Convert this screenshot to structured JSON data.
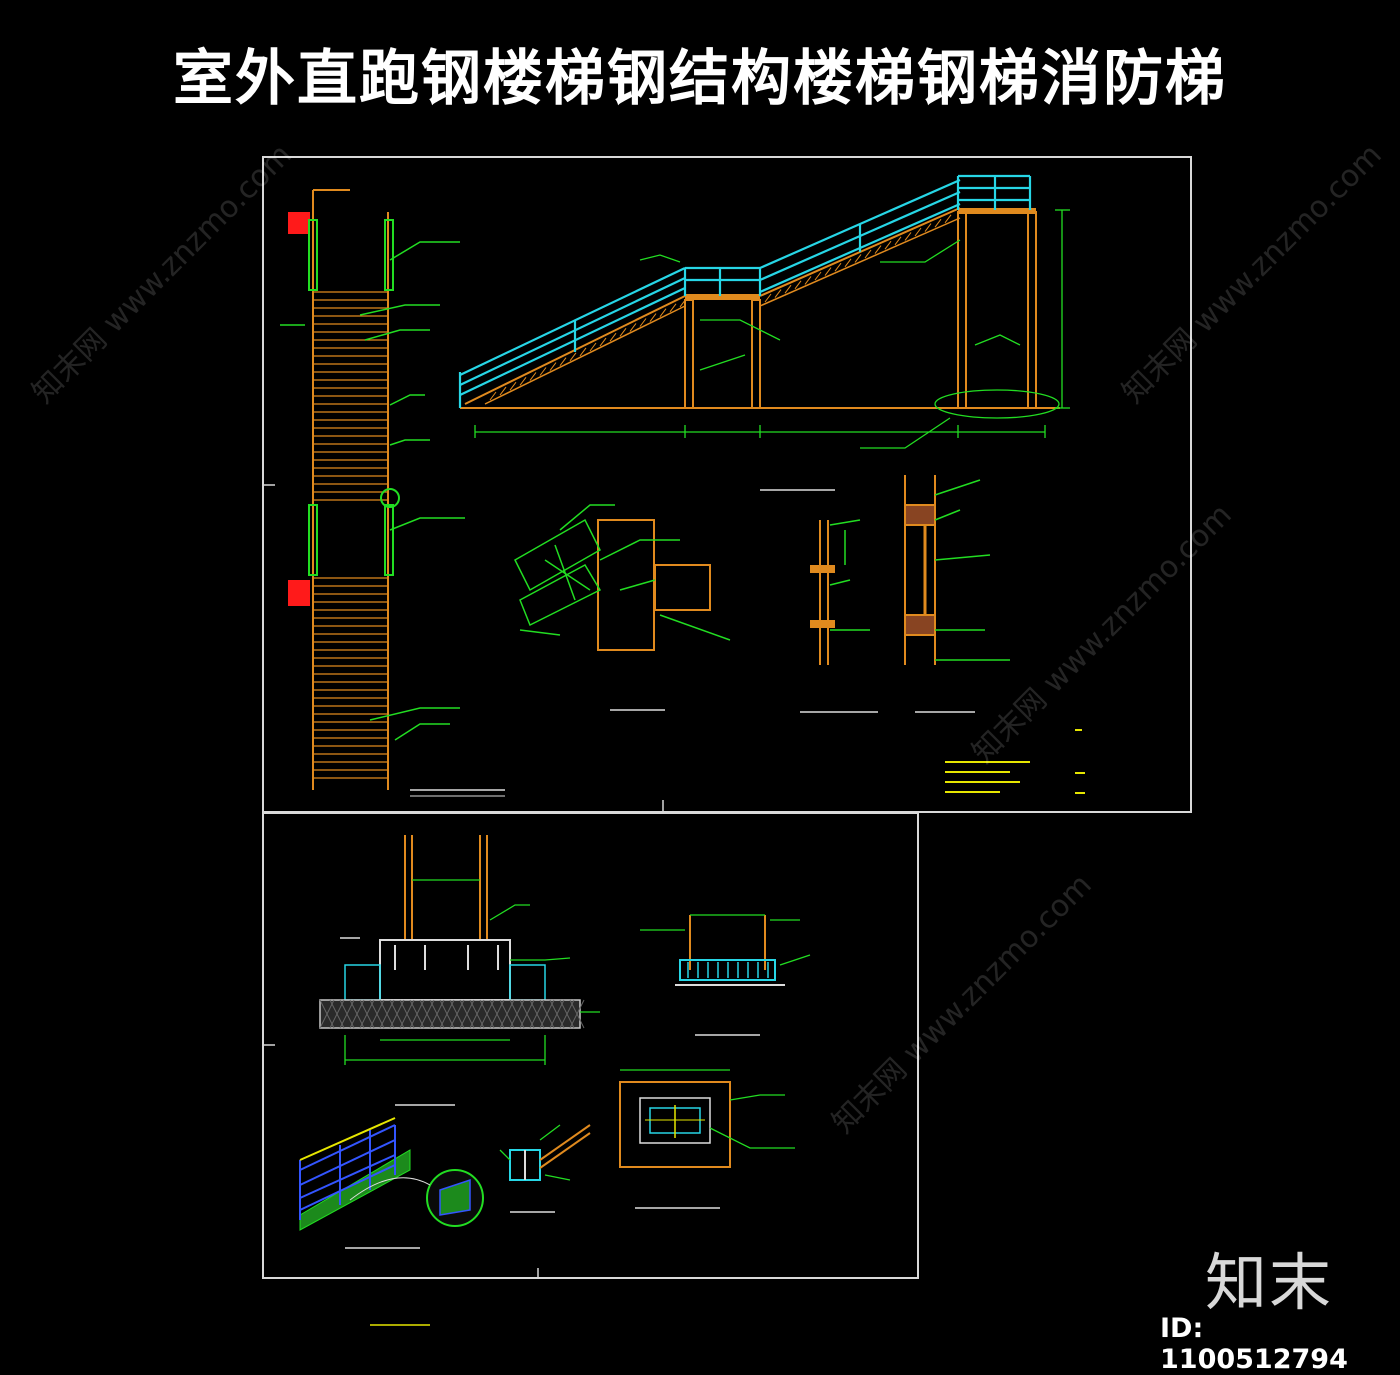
{
  "title": "室外直跑钢楼梯钢结构楼梯钢梯消防梯",
  "brand": "知末",
  "id_label": "ID: 1100512794",
  "watermark": "知末网 www.znzmo.com",
  "colors": {
    "frame": "#d9d9d9",
    "steel": "#e08a1e",
    "rail": "#27d6e6",
    "annot": "#22dd22",
    "note": "#e6e600",
    "red": "#ff1a1a",
    "base": "#888888"
  }
}
